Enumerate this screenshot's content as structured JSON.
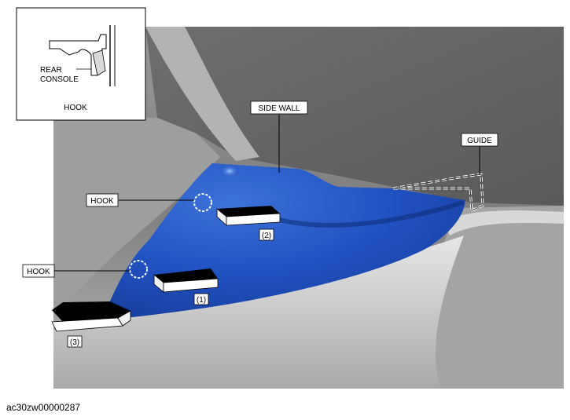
{
  "labels": {
    "side_wall": "SIDE WALL",
    "guide": "GUIDE",
    "hook_upper": "HOOK",
    "hook_lower": "HOOK",
    "step_1": "(1)",
    "step_2": "(2)",
    "step_3": "(3)"
  },
  "inset": {
    "rear_console_line1": "REAR",
    "rear_console_line2": "CONSOLE",
    "title": "HOOK"
  },
  "figure_id": "ac30zw00000287",
  "colors": {
    "panel": "#1f4fc0",
    "panel_highlight": "#5a93e8",
    "background_grey": "#8a8a8a",
    "arrow": "#000000"
  }
}
